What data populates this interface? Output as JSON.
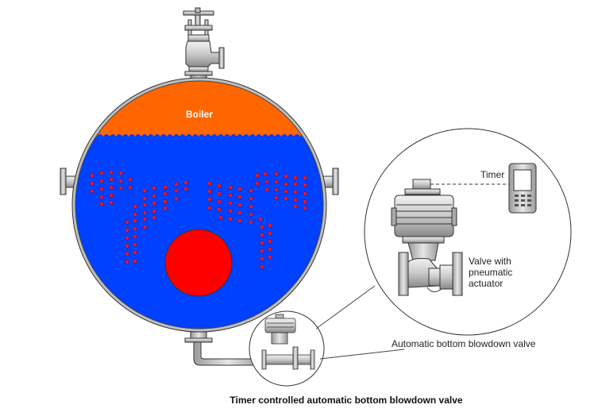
{
  "labels": {
    "boiler": "Boiler",
    "timer": "Timer",
    "valve_line1": "Valve with",
    "valve_line2": "pneumatic",
    "valve_line3": "actuator",
    "blowdown": "Automatic bottom blowdown valve",
    "caption": "Timer controlled automatic bottom blowdown valve"
  },
  "colors": {
    "steam_space": "#FF6600",
    "water": "#0040FF",
    "furnace": "#FF0000",
    "bubbles": "#E8182C",
    "metal": "#C8C8C8",
    "outline": "#333333"
  },
  "icons": [
    "top-steam-valve-icon",
    "left-nozzle-icon",
    "right-nozzle-icon",
    "blowdown-valve-icon",
    "timer-icon",
    "pneumatic-actuator-icon"
  ]
}
